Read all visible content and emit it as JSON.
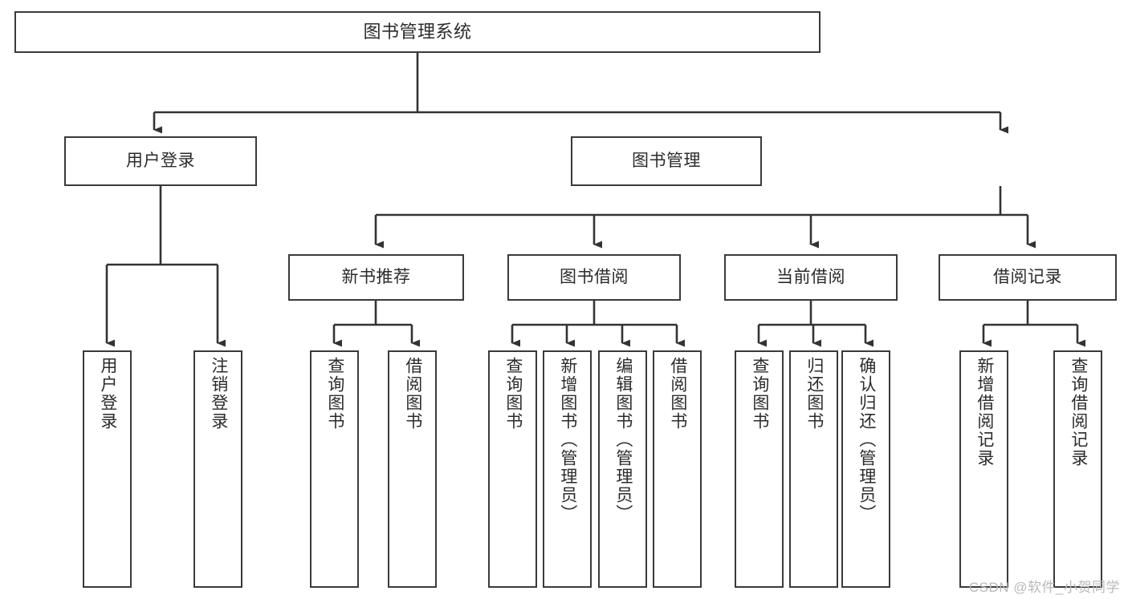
{
  "diagram": {
    "type": "tree-flowchart",
    "title": "图书管理系统",
    "orientation": "top-down",
    "watermark": "CSDN @软件_小贺同学",
    "colors": {
      "node_border": "#3a3a3a",
      "node_fill": "#ffffff",
      "edge": "#333333",
      "text": "#2b2b2b",
      "watermark": "#b9b9b9",
      "background": "#ffffff"
    },
    "nodes": {
      "root": {
        "label": "图书管理系统",
        "level": 0
      },
      "l1": [
        {
          "id": "user-login",
          "label": "用户登录",
          "level": 1
        },
        {
          "id": "book-manage",
          "label": "图书管理",
          "level": 1
        }
      ],
      "l2": [
        {
          "id": "new-book-rec",
          "label": "新书推荐",
          "level": 2,
          "parent": "book-manage"
        },
        {
          "id": "book-borrow",
          "label": "图书借阅",
          "level": 2,
          "parent": "book-manage"
        },
        {
          "id": "current-borrow",
          "label": "当前借阅",
          "level": 2,
          "parent": "book-manage"
        },
        {
          "id": "borrow-record",
          "label": "借阅记录",
          "level": 2,
          "parent": "book-manage"
        }
      ],
      "leaves": [
        {
          "id": "leaf-user-login",
          "label": "用户登录",
          "parent": "user-login"
        },
        {
          "id": "leaf-logout",
          "label": "注销登录",
          "parent": "user-login"
        },
        {
          "id": "leaf-query-book-1",
          "label": "查询图书",
          "parent": "new-book-rec"
        },
        {
          "id": "leaf-borrow-book-1",
          "label": "借阅图书",
          "parent": "new-book-rec"
        },
        {
          "id": "leaf-query-book-2",
          "label": "查询图书",
          "parent": "book-borrow"
        },
        {
          "id": "leaf-add-book",
          "label": "新增图书（管理员）",
          "parent": "book-borrow"
        },
        {
          "id": "leaf-edit-book",
          "label": "编辑图书（管理员）",
          "parent": "book-borrow"
        },
        {
          "id": "leaf-borrow-book-2",
          "label": "借阅图书",
          "parent": "book-borrow"
        },
        {
          "id": "leaf-query-book-3",
          "label": "查询图书",
          "parent": "current-borrow"
        },
        {
          "id": "leaf-return-book",
          "label": "归还图书",
          "parent": "current-borrow"
        },
        {
          "id": "leaf-confirm-return",
          "label": "确认归还（管理员）",
          "parent": "current-borrow"
        },
        {
          "id": "leaf-add-record",
          "label": "新增借阅记录",
          "parent": "borrow-record"
        },
        {
          "id": "leaf-query-record",
          "label": "查询借阅记录",
          "parent": "borrow-record"
        }
      ]
    }
  }
}
